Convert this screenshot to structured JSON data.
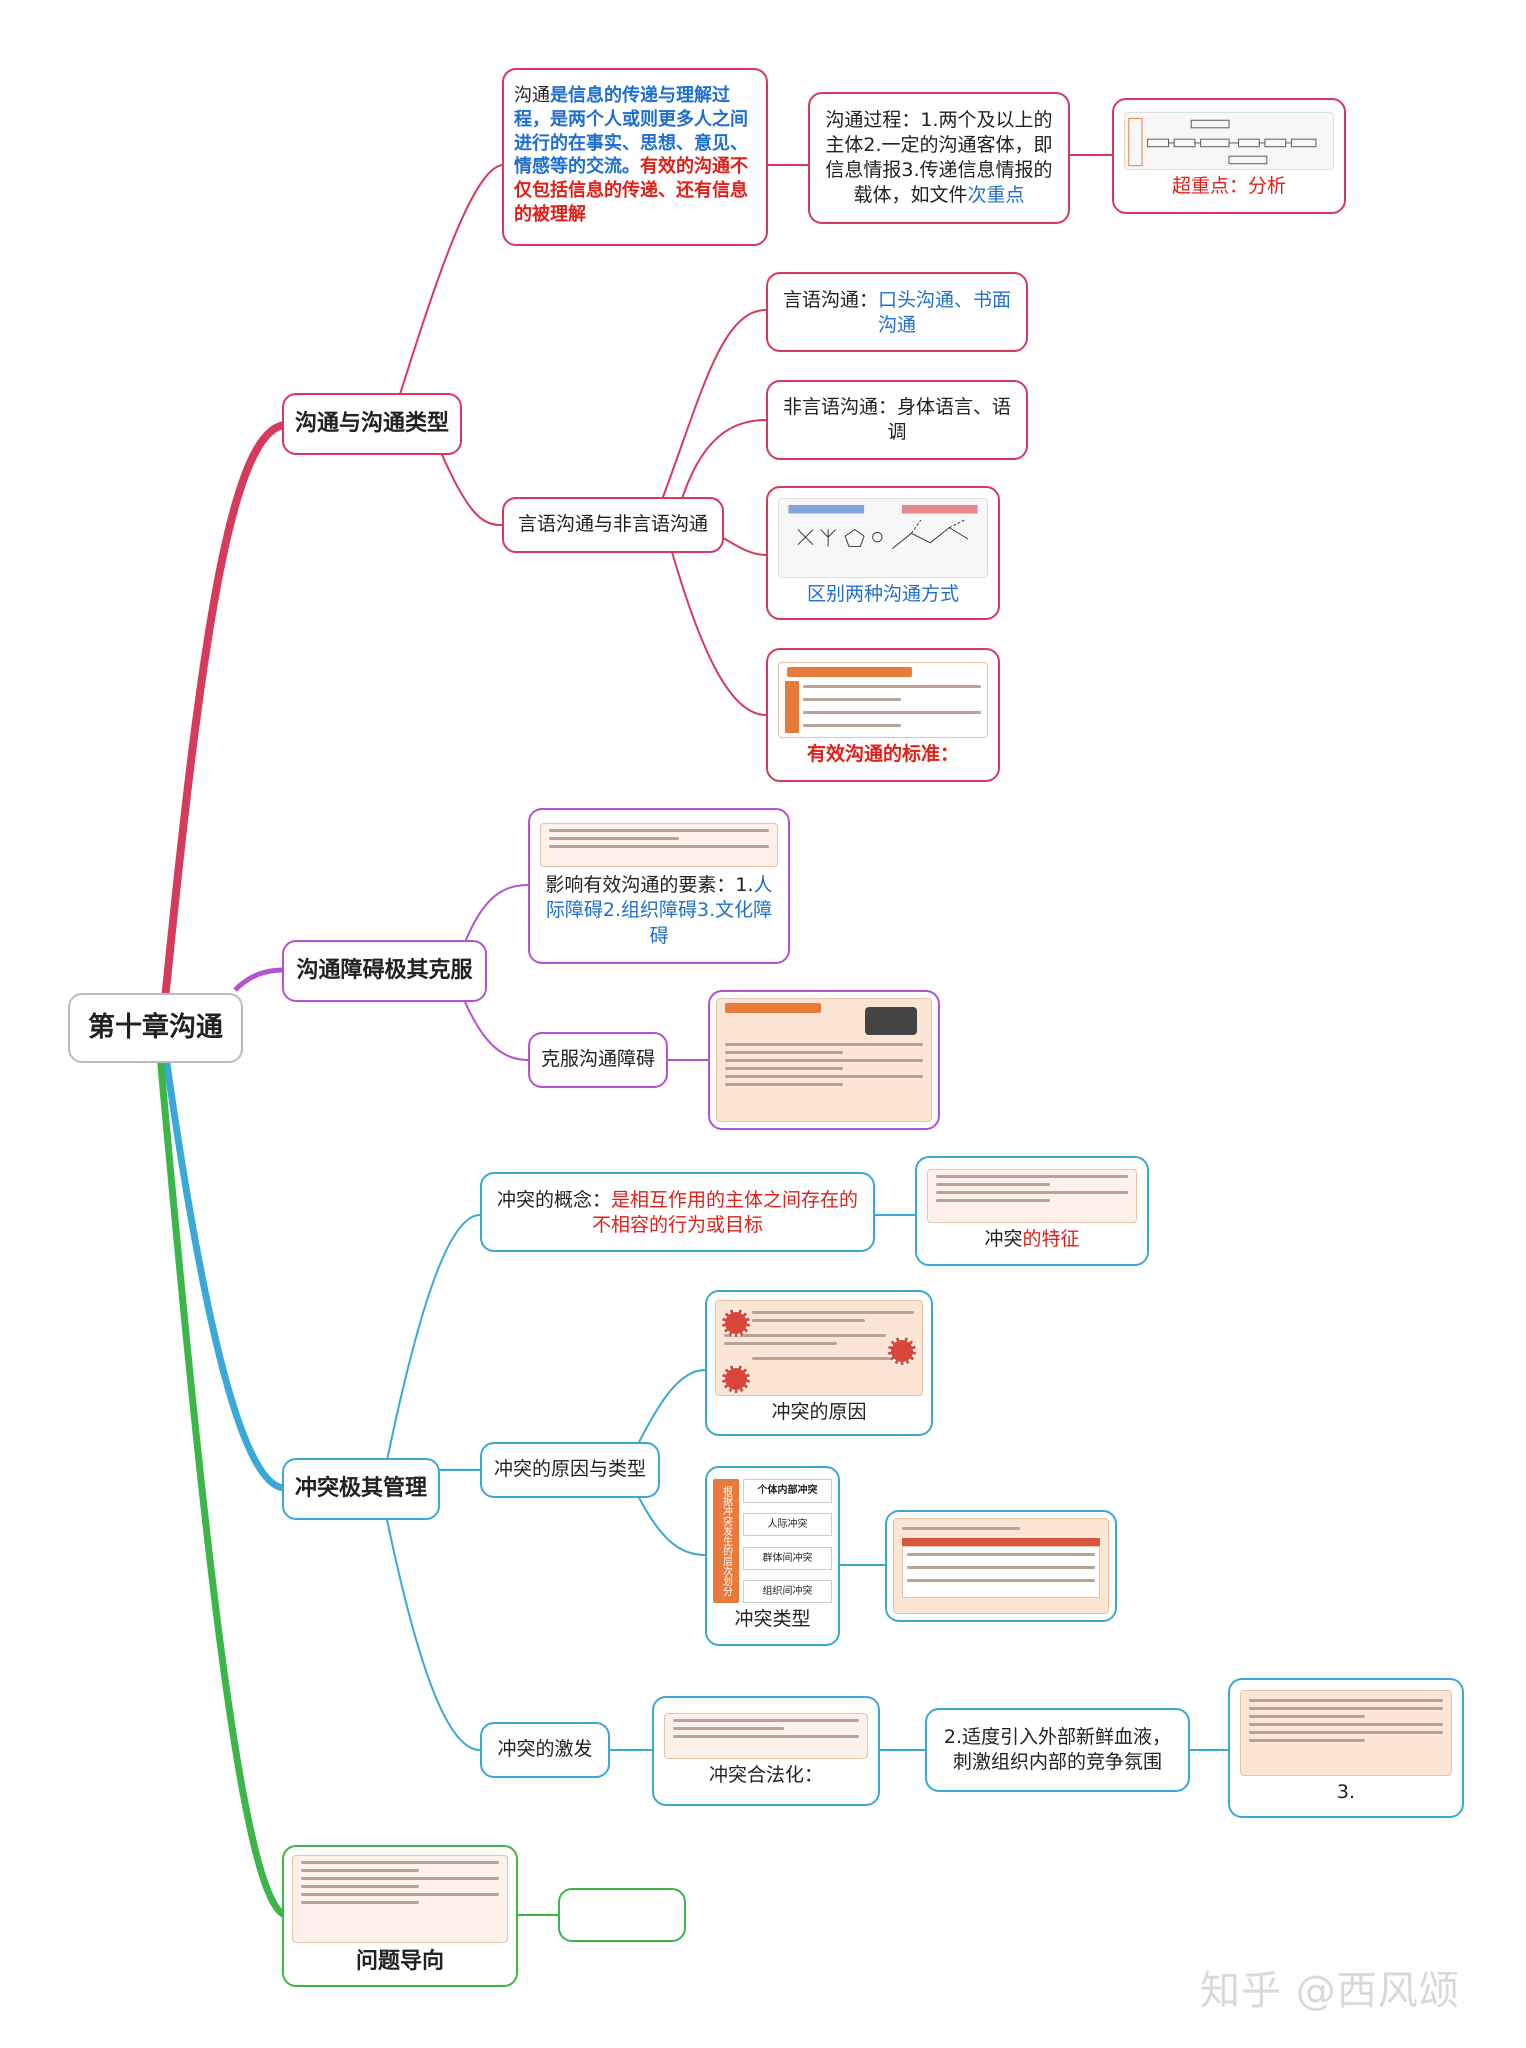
{
  "root": {
    "title": "第十章沟通"
  },
  "branch1": {
    "title": "沟通与沟通类型",
    "definition": {
      "p1": "沟通",
      "p2": "是信息的传递与理解过程，是两个人或则更多人之间进行的在事实、思想、意见、情感等的交流。",
      "p3": "有效的沟通不仅包括信息的传递、还有信息的被理解"
    },
    "process": {
      "text": "沟通过程：1.两个及以上的主体2.一定的沟通客体，即信息情报3.传递信息情报的载体，如文件",
      "highlight": "次重点"
    },
    "analysis": {
      "label": "超重点：",
      "value": "分析"
    },
    "types_node": "言语沟通与非言语沟通",
    "verbal": {
      "label": "言语沟通：",
      "value": "口头沟通、书面沟通"
    },
    "nonverbal": "非言语沟通：身体语言、语调",
    "distinguish": "区别两种沟通方式",
    "effective": "有效沟通的标准："
  },
  "branch2": {
    "title": "沟通障碍极其克服",
    "factors": {
      "p1": "影响有效沟通的要素：1.",
      "p2": "人际障碍2.组织障碍3.文化障碍"
    },
    "overcome": "克服沟通障碍"
  },
  "branch3": {
    "title": "冲突极其管理",
    "concept": {
      "label": "冲突的概念：",
      "value": "是相互作用的主体之间存在的不相容的行为或目标"
    },
    "features": {
      "p1": "冲突",
      "p2": "的特征"
    },
    "causes_types": "冲突的原因与类型",
    "causes": "冲突的原因",
    "types": {
      "caption": "冲突类型",
      "side_label": "根据冲突发生的层次划分",
      "items": [
        "个体内部冲突",
        "人际冲突",
        "群体间冲突",
        "组织间冲突"
      ]
    },
    "stimulate": "冲突的激发",
    "legalize": "冲突合法化：",
    "new_blood": "2.适度引入外部新鲜血液，刺激组织内部的竞争氛围",
    "third": "3."
  },
  "branch4": {
    "title": "问题导向"
  },
  "watermark": "知乎 @西风颂",
  "colors": {
    "red": "#d63a5c",
    "purple": "#b552d4",
    "blue": "#3aa9d9",
    "green": "#3cb54a"
  }
}
